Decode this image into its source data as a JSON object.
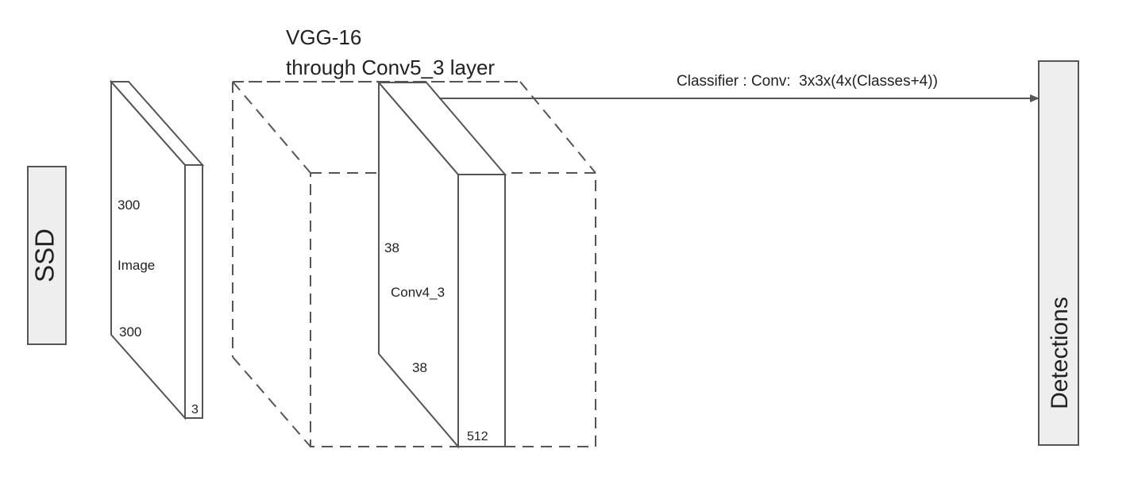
{
  "side_label": "SSD",
  "input_block": {
    "name": "Image",
    "height": "300",
    "width": "300",
    "depth": "3"
  },
  "backbone": {
    "title_line1": "VGG-16",
    "title_line2": "through Conv5_3 layer"
  },
  "feature_block": {
    "name": "Conv4_3",
    "height": "38",
    "width": "38",
    "depth": "512"
  },
  "classifier_label": "Classifier : Conv:  3x3x(4x(Classes+4))",
  "output_label": "Detections",
  "colors": {
    "line": "#555555",
    "box_fill": "#eeeeee",
    "text": "#222222"
  }
}
